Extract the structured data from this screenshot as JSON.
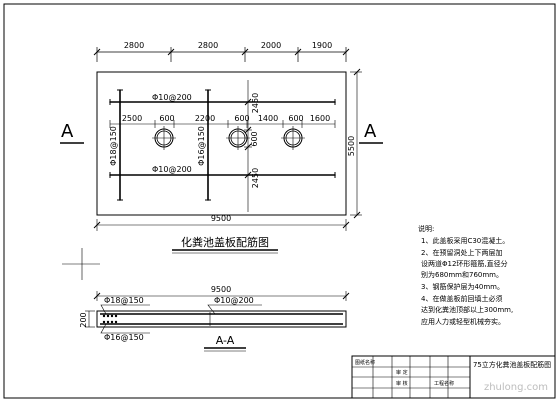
{
  "top_dimensions": [
    "2800",
    "2800",
    "2000",
    "1900"
  ],
  "inner_dimensions": [
    "2500",
    "600",
    "2200",
    "600",
    "1400",
    "600",
    "1600"
  ],
  "vertical_dims": {
    "upper": "2450",
    "middle": "600",
    "lower": "2450",
    "overall": "5500"
  },
  "plan_width_dim": "9500",
  "section_mark": "A",
  "rebar": {
    "top_horizontal": "Φ10@200",
    "bottom_horizontal": "Φ10@200",
    "left_vertical": "Φ18@150",
    "mid_vertical": "Φ16@150"
  },
  "plan_title": "化粪池盖板配筋图",
  "section": {
    "width_dim": "9500",
    "thickness_dim": "200",
    "top_left": "Φ18@150",
    "top_right": "Φ10@200",
    "bottom_left": "Φ16@150",
    "title": "A-A"
  },
  "notes": {
    "heading": "说明:",
    "lines": [
      "1、此盖板采用C30混凝土。",
      "2、在预留洞处上下两层加",
      "设两道Φ12环形箍筋,直径分",
      "别为680mm和760mm。",
      "3、钢筋保护层为40mm。",
      "4、在做盖板前回填土必须",
      "达到化粪池顶部以上300mm,",
      "应用人力或轻型机械夯实。"
    ]
  },
  "title_block": {
    "drawing_title": "75立方化粪池盖板配筋图",
    "row1_label": "图纸名称",
    "row2_label": "工程名称",
    "check_label": "审 定",
    "review_label": "审 核"
  },
  "watermark": "zhulong.com"
}
